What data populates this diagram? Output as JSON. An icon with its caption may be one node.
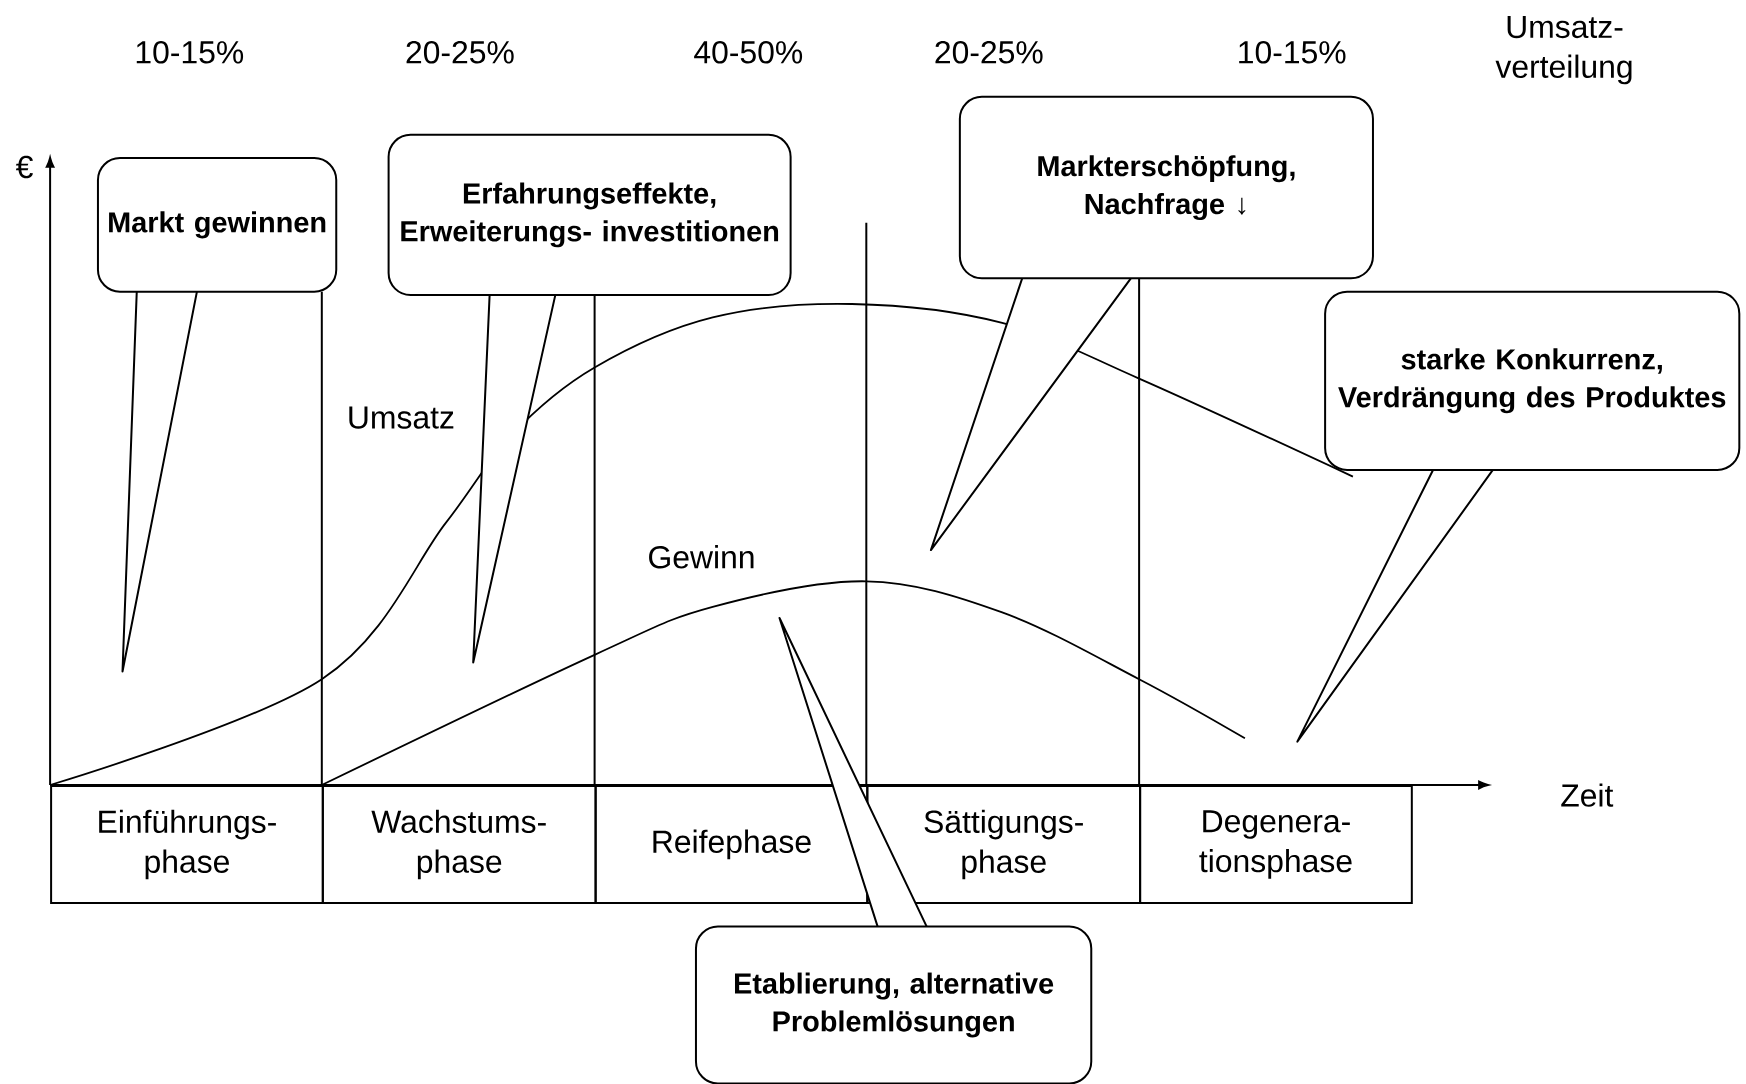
{
  "diagram": {
    "nodes": [
      {
        "text": [
          "Markt gewinnen"
        ]
      },
      {
        "text": [
          "Erfahrungseffekte, Erweiterungs- investitionen"
        ]
      },
      {
        "text": [
          "Markterschöpfung, Nachfrage ↓"
        ]
      },
      {
        "text": [
          "starke Konkurrenz, Verdrängung des Produktes"
        ]
      },
      {
        "text": [
          "Einführungs- phase"
        ]
      },
      {
        "text": [
          "Wachstums- phase"
        ]
      },
      {
        "text": [
          "Reifephase"
        ]
      },
      {
        "text": [
          "Sättigungs- phase"
        ]
      },
      {
        "text": [
          "Degenera- tionsphase"
        ]
      },
      {
        "text": [
          "Etablierung, alternative Problemlösungen"
        ]
      }
    ],
    "labels": [
      "10-15%",
      "20-25%",
      "40-50%",
      "20-25%",
      "10-15%",
      "Umsatz- verteilung",
      "€",
      "Umsatz",
      "Gewinn",
      "Zeit"
    ]
  }
}
